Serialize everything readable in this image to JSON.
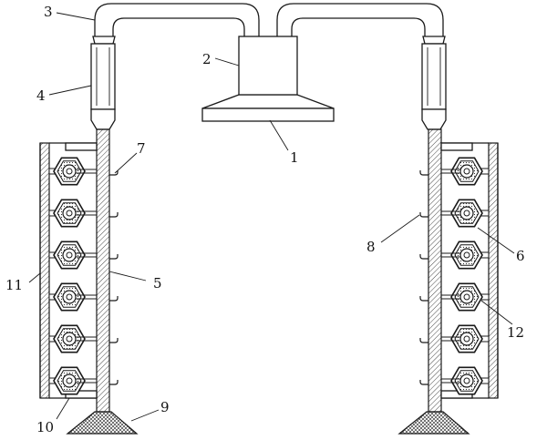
{
  "labels": {
    "l1": "1",
    "l2": "2",
    "l3": "3",
    "l4": "4",
    "l5": "5",
    "l6": "6",
    "l7": "7",
    "l8": "8",
    "l9": "9",
    "l10": "10",
    "l11": "11",
    "l12": "12"
  },
  "nozzle_count": 6,
  "colors": {
    "ink": "#1a1a1a",
    "paper": "#ffffff"
  }
}
